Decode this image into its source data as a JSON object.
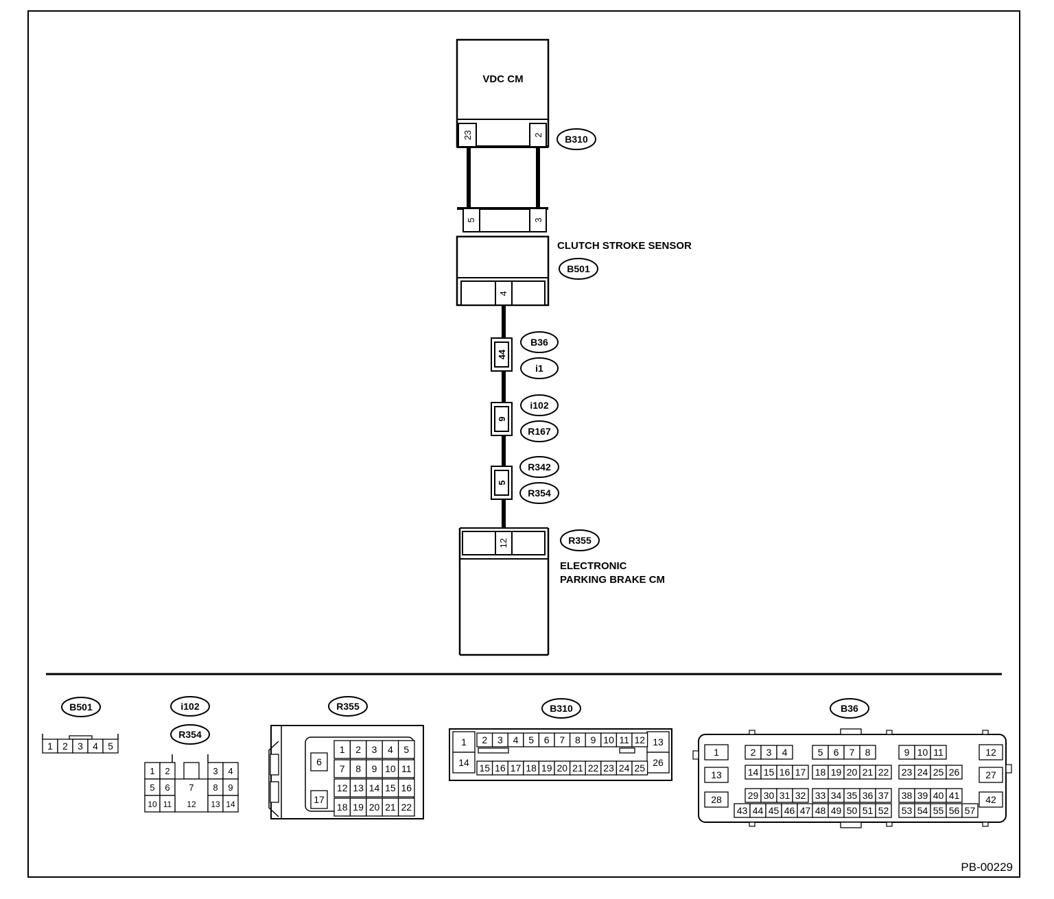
{
  "diagram": {
    "vdc_cm_label": "VDC CM",
    "clutch_sensor_label": "CLUTCH STROKE SENSOR",
    "epb_label_line1": "ELECTRONIC",
    "epb_label_line2": "PARKING BRAKE CM",
    "reference": "PB-00229",
    "connectors": {
      "B310": "B310",
      "B501": "B501",
      "B36": "B36",
      "i1": "i1",
      "i102": "i102",
      "R167": "R167",
      "R342": "R342",
      "R354": "R354",
      "R355": "R355"
    },
    "pins": {
      "b310_left": "23",
      "b310_right": "2",
      "sensor_left": "5",
      "sensor_right": "3",
      "sensor_bottom": "4",
      "b36_i1": "44",
      "i102_r167": "9",
      "r342_r354": "5",
      "r355": "12"
    }
  },
  "connector_views": {
    "B501": {
      "tag": "B501",
      "pins": [
        "1",
        "2",
        "3",
        "4",
        "5"
      ]
    },
    "i102": {
      "tag_top": "i102",
      "tag_bottom": "R354",
      "row1": [
        "1",
        "2",
        "3",
        "4"
      ],
      "row2": [
        "5",
        "6",
        "7",
        "8",
        "9"
      ],
      "row3": [
        "10",
        "11",
        "12",
        "13",
        "14"
      ]
    },
    "R355": {
      "tag": "R355",
      "pin_left_top": "6",
      "pin_left_bottom": "17",
      "row1": [
        "1",
        "2",
        "3",
        "4",
        "5"
      ],
      "row2": [
        "7",
        "8",
        "9",
        "10",
        "11"
      ],
      "row3": [
        "12",
        "13",
        "14",
        "15",
        "16"
      ],
      "row4": [
        "18",
        "19",
        "20",
        "21",
        "22"
      ]
    },
    "B310": {
      "tag": "B310",
      "left_top": "1",
      "left_bottom": "14",
      "right_top": "13",
      "right_bottom": "26",
      "row1": [
        "2",
        "3",
        "4",
        "5",
        "6",
        "7",
        "8",
        "9",
        "10",
        "11",
        "12"
      ],
      "row2": [
        "15",
        "16",
        "17",
        "18",
        "19",
        "20",
        "21",
        "22",
        "23",
        "24",
        "25"
      ]
    },
    "B36": {
      "tag": "B36",
      "row1_left": "1",
      "row1_g1": [
        "2",
        "3",
        "4"
      ],
      "row1_g2": [
        "5",
        "6",
        "7",
        "8"
      ],
      "row1_g3": [
        "9",
        "10",
        "11"
      ],
      "row1_right": "12",
      "row2_left": "13",
      "row2_g1": [
        "14",
        "15",
        "16",
        "17"
      ],
      "row2_g2": [
        "18",
        "19",
        "20",
        "21",
        "22"
      ],
      "row2_g3": [
        "23",
        "24",
        "25",
        "26"
      ],
      "row2_right": "27",
      "row3_left": "28",
      "row3_g1": [
        "29",
        "30",
        "31",
        "32"
      ],
      "row3_g2": [
        "33",
        "34",
        "35",
        "36",
        "37"
      ],
      "row3_g3": [
        "38",
        "39",
        "40",
        "41"
      ],
      "row3_right": "42",
      "row4_g1": [
        "43",
        "44",
        "45",
        "46",
        "47"
      ],
      "row4_g2": [
        "48",
        "49",
        "50",
        "51",
        "52"
      ],
      "row4_g3": [
        "53",
        "54",
        "55",
        "56",
        "57"
      ]
    }
  }
}
